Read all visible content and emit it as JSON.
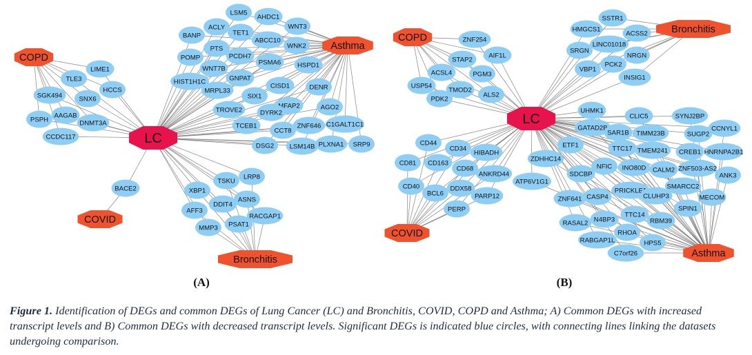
{
  "colors": {
    "gene": "#8ecdf4",
    "hub": "#f0522d",
    "hub_main": "#e8134c",
    "edge": "#6e6e6e"
  },
  "panels": [
    {
      "label": "(A)",
      "hubs": [
        "LC",
        "COPD",
        "COVID",
        "Asthma",
        "Bronchitis"
      ],
      "genes": [
        "LSM5",
        "AHDC1",
        "WNT3",
        "ACLY",
        "TET1",
        "BANP",
        "ABCC10",
        "WNK2",
        "PTS",
        "POMP",
        "PCDH7",
        "PSMA6",
        "HSPD1",
        "WNT7B",
        "HIST1H1C",
        "GNPAT",
        "MRPL33",
        "CISD1",
        "DENR",
        "SIX1",
        "TROVE2",
        "MFAP2",
        "AGO2",
        "DYRK2",
        "TCEB1",
        "C1GALT1C1",
        "ZNF646",
        "CCT8",
        "DSG2",
        "LSM14B",
        "PLXNA1",
        "SRP9",
        "LIME1",
        "TLE3",
        "HCCS",
        "SGK494",
        "SNX6",
        "AAGAB",
        "PSPH",
        "DNMT3A",
        "CCDC117",
        "BACE2",
        "TSKU",
        "LRP8",
        "XBP1",
        "ASNS",
        "DDIT4",
        "AFF3",
        "RACGAP1",
        "PSAT1",
        "MMP3"
      ]
    },
    {
      "label": "(B)",
      "hubs": [
        "LC",
        "COPD",
        "COVID",
        "Asthma",
        "Bronchitis"
      ],
      "genes": [
        "ZNF254",
        "STAP2",
        "AIF1L",
        "ACSL4",
        "PGM3",
        "USP54",
        "TMOD2",
        "ALS2",
        "PDK2",
        "CD44",
        "CD34",
        "HIBADH",
        "CD81",
        "CD163",
        "CD68",
        "ANKRD44",
        "CD40",
        "BCL6",
        "DDX58",
        "PARP12",
        "PERP",
        "SSTR1",
        "HMGCS1",
        "ACSS2",
        "LINC01018",
        "SRGN",
        "NRGN",
        "VBP1",
        "PCK2",
        "INSIG1",
        "UHMK1",
        "CLIC5",
        "SYNJ2BP",
        "GATAD2B",
        "CCNYL1",
        "SAR1B",
        "TIMM23B",
        "SUGP2",
        "ETF1",
        "TTC17",
        "TMEM241",
        "CREB1",
        "HNRNPA2B1",
        "ZDHHC14",
        "NFIC",
        "INO80D",
        "CALM2",
        "ZNF503-AS2",
        "ATP6V1G1",
        "SDCBP",
        "ANK3",
        "PRICKLE1",
        "SMARCC2",
        "ZNF641",
        "CASP4",
        "CLUHP3",
        "MECOM",
        "SPIN1",
        "N4BP3",
        "TTC14",
        "RASAL2",
        "RBM39",
        "RHOA",
        "RABGAP1L",
        "HPS5",
        "C7orf26"
      ]
    }
  ],
  "caption": {
    "lead": "Figure 1.",
    "text": " Identification of DEGs and common DEGs of Lung Cancer (LC) and Bronchitis, COVID, COPD and Asthma; A) Common DEGs with increased transcript levels and B) Common DEGs with decreased transcript levels. Significant DEGs is indicated blue circles, with connecting lines linking the datasets undergoing comparison."
  }
}
